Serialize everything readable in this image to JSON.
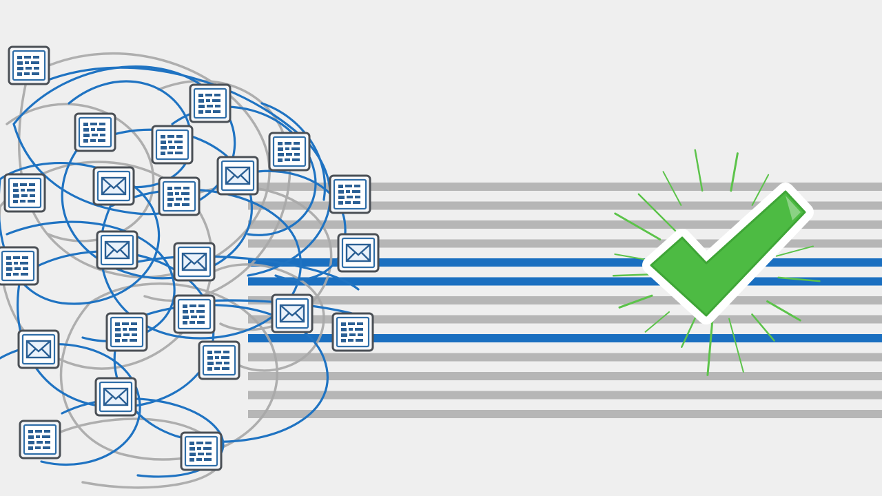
{
  "colors": {
    "background": "#efefef",
    "tangle_blue": "#1f73c2",
    "tangle_gray": "#a8a8a8",
    "lane_blue": "#1a6fc0",
    "lane_gray": "#b6b6b6",
    "check_green": "#4dbb43",
    "burst_green": "#5cc34a",
    "check_outline": "#ffffff"
  },
  "icons": {
    "document": "document-icon",
    "envelope": "envelope-icon",
    "checkmark": "checkmark-icon"
  },
  "lanes": [
    "gray",
    "gray",
    "gray",
    "gray",
    "blue",
    "blue",
    "gray",
    "gray",
    "blue",
    "gray",
    "gray",
    "gray",
    "gray"
  ]
}
